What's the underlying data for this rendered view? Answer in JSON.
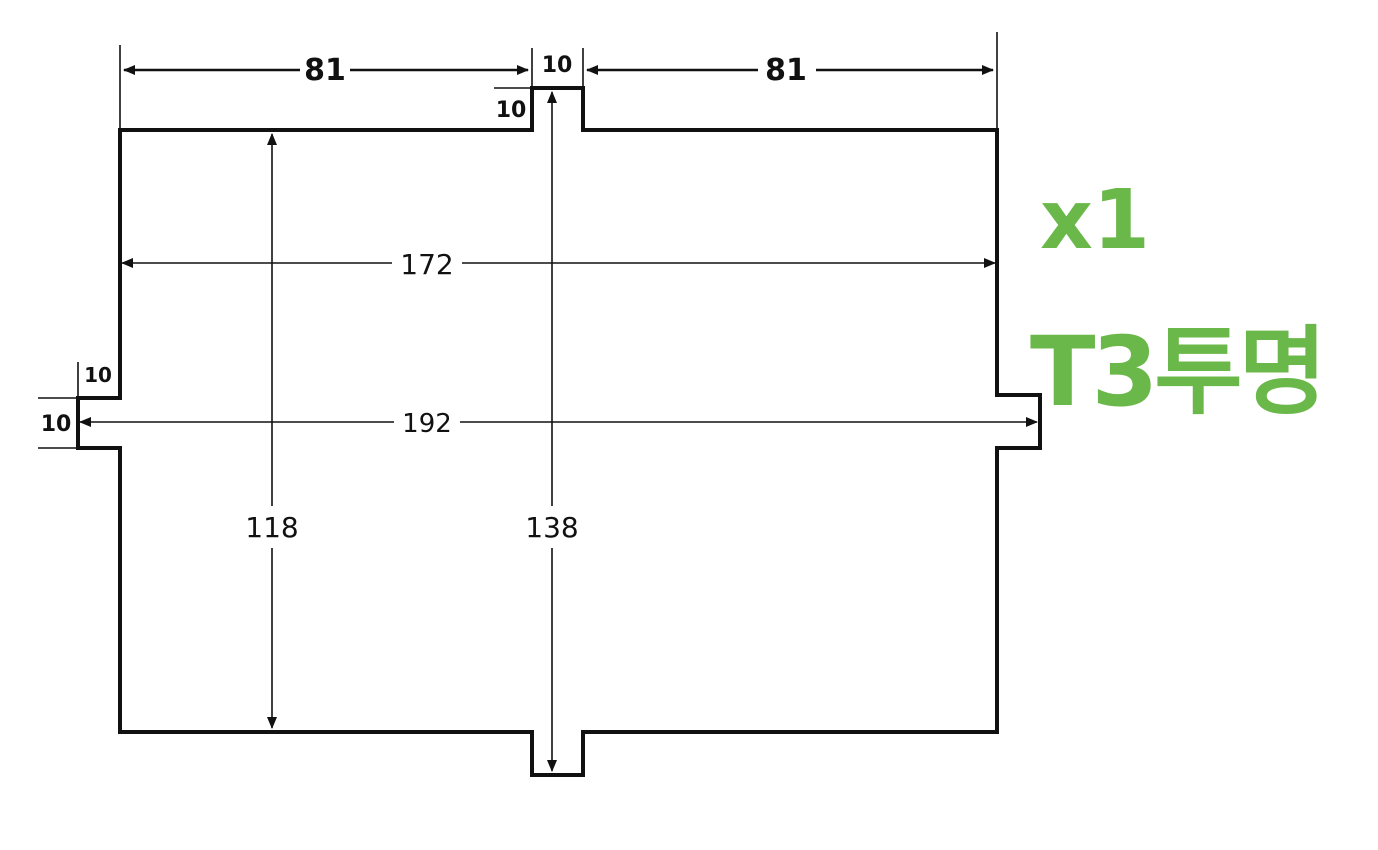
{
  "dimensions": {
    "top_left_width": "81",
    "top_right_width": "81",
    "top_tab_width": "10",
    "top_tab_height": "10",
    "inner_width": "172",
    "overall_width": "192",
    "side_tab_width": "10",
    "side_tab_height": "10",
    "body_height": "118",
    "overall_height": "138"
  },
  "note": {
    "quantity": "x1",
    "material": "T3투명"
  },
  "colors": {
    "line": "#111111",
    "note": "#6ab84a"
  }
}
